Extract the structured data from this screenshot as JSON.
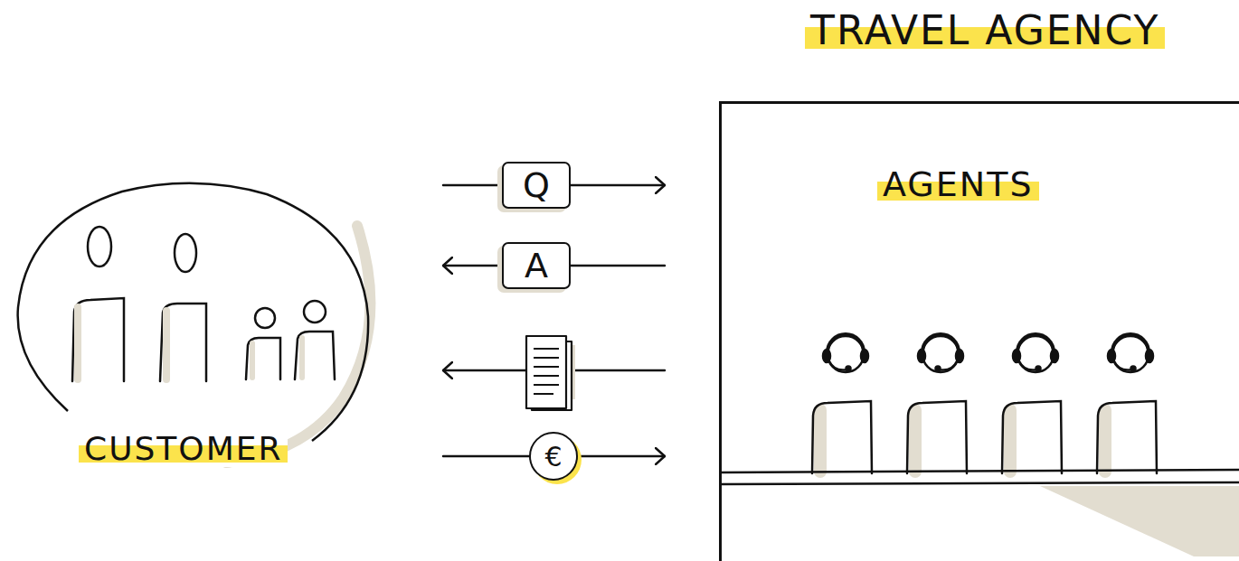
{
  "diagram": {
    "nodes": [
      {
        "text": [
          "CUSTOMER"
        ]
      },
      {
        "text": [
          "TRAVEL AGENCY",
          "AGENTS"
        ]
      }
    ],
    "edges": [
      {
        "from": 0,
        "to": 1,
        "arrow": "to",
        "label": "Q"
      },
      {
        "from": 1,
        "to": 0,
        "arrow": "to",
        "label": "A"
      },
      {
        "from": 1,
        "to": 0,
        "arrow": "to"
      },
      {
        "from": 0,
        "to": 1,
        "arrow": "to",
        "label": "€"
      }
    ]
  }
}
